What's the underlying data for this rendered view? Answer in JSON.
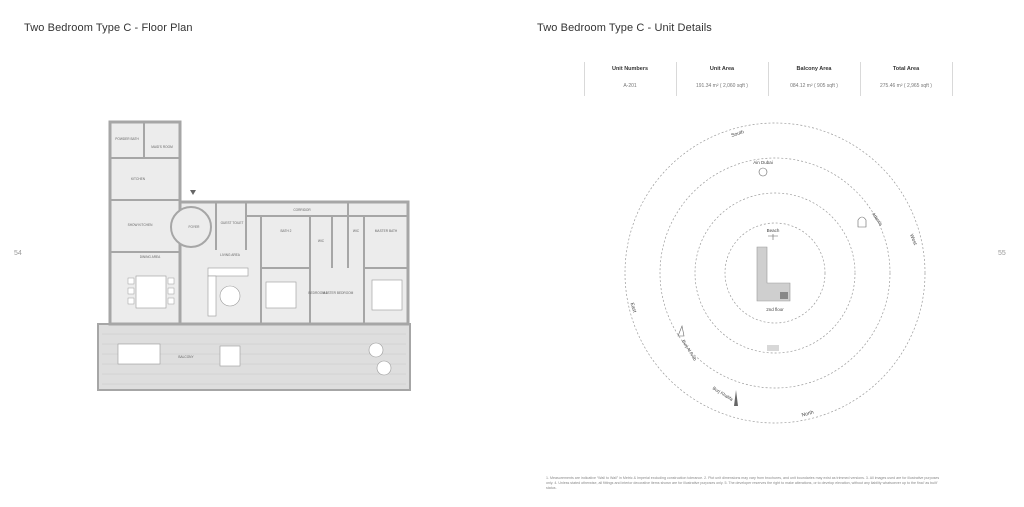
{
  "left_page": {
    "title": "Two Bedroom Type C - Floor Plan",
    "page_number": "54",
    "rooms": {
      "powder_bath": "POWDER BATH",
      "maid_room": "MAID'S ROOM",
      "kitchen": "KITCHEN",
      "show_kitchen": "SHOW KITCHEN",
      "foyer": "FOYER",
      "guest_toilet": "GUEST TOILET",
      "corridor": "CORRIDOR",
      "bath_2": "BATH 2",
      "wic_1": "WIC",
      "wic_2": "WIC",
      "master_bath": "MASTER BATH",
      "dining_area": "DINING AREA",
      "living_area": "LIVING AREA",
      "bedroom_2": "BEDROOM 2",
      "master_bedroom": "MASTER BEDROOM",
      "balcony": "BALCONY"
    }
  },
  "right_page": {
    "title": "Two Bedroom Type C - Unit Details",
    "page_number": "55",
    "details_table": {
      "headers": [
        "Unit Numbers",
        "Unit Area",
        "Balcony Area",
        "Total Area"
      ],
      "values": [
        "A-201",
        "191.34 m² ( 2,060 sqft )",
        "084.12 m² ( 905 sqft )",
        "275.46 m² ( 2,965 sqft )"
      ]
    },
    "compass": {
      "south": "South",
      "west": "West",
      "east": "East",
      "north": "North"
    },
    "landmarks": {
      "ain_dubai": "Ain Dubai",
      "atlantis": "Atlantis",
      "beach": "Beach",
      "burj_al_arab": "Burj Al Arab",
      "burj_khalifa": "Burj Khalifa"
    },
    "floor_label": "2nd floor",
    "footnote": "1. Measurements are indicative “Wall to Wall” in Metric & Imperial excluding construction tolerance. 2. Plot unit dimensions may vary from brochures, and unit boundaries may exist as trimmed versions. 3. All images used are for illustrative purposes only. 4. Unless stated otherwise, all fittings and interior decorative items shown are for illustrative purposes only. 5. The developer reserves the right to make alterations, or to develop elevation, without any liability whatsoever up to the final ‘as built’ status."
  },
  "colors": {
    "wall": "#a6a6a6",
    "floor": "#ececec",
    "balcony": "#dedede",
    "text": "#333333",
    "ring": "#9a9a9a"
  }
}
